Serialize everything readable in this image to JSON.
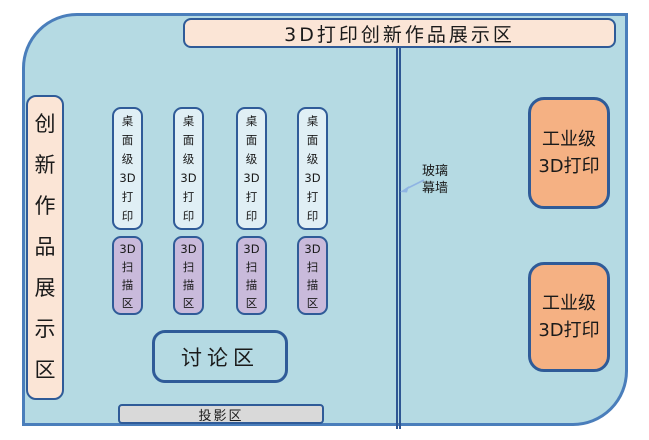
{
  "room": {
    "title": "3D打印创新作品展示区",
    "left_zone_label": "创\n新\n作\n品\n展\n示\n区",
    "desktop_printers": [
      {
        "label": "桌\n面\n级\n3D\n打\n印"
      },
      {
        "label": "桌\n面\n级\n3D\n打\n印"
      },
      {
        "label": "桌\n面\n级\n3D\n打\n印"
      },
      {
        "label": "桌\n面\n级\n3D\n打\n印"
      }
    ],
    "scan_areas": [
      {
        "label": "3D\n扫\n描\n区"
      },
      {
        "label": "3D\n扫\n描\n区"
      },
      {
        "label": "3D\n扫\n描\n区"
      },
      {
        "label": "3D\n扫\n描\n区"
      }
    ],
    "discussion_label": "讨论区",
    "projection_label": "投影区",
    "industrial_printers": [
      {
        "label": "工业级\n3D打印"
      },
      {
        "label": "工业级\n3D打印"
      }
    ],
    "glass_wall_label": "玻璃\n幕墙",
    "colors": {
      "room_fill": "#b5dae3",
      "room_border": "#4a7ebb",
      "box_border": "#2f5b98",
      "cream_fill": "#fbe5d6",
      "desktop_fill": "#e0eff5",
      "scan_fill": "#c9badb",
      "industrial_fill": "#f5b183",
      "projection_fill": "#d9d9d9",
      "arrow_color": "#8fb4e3"
    }
  }
}
